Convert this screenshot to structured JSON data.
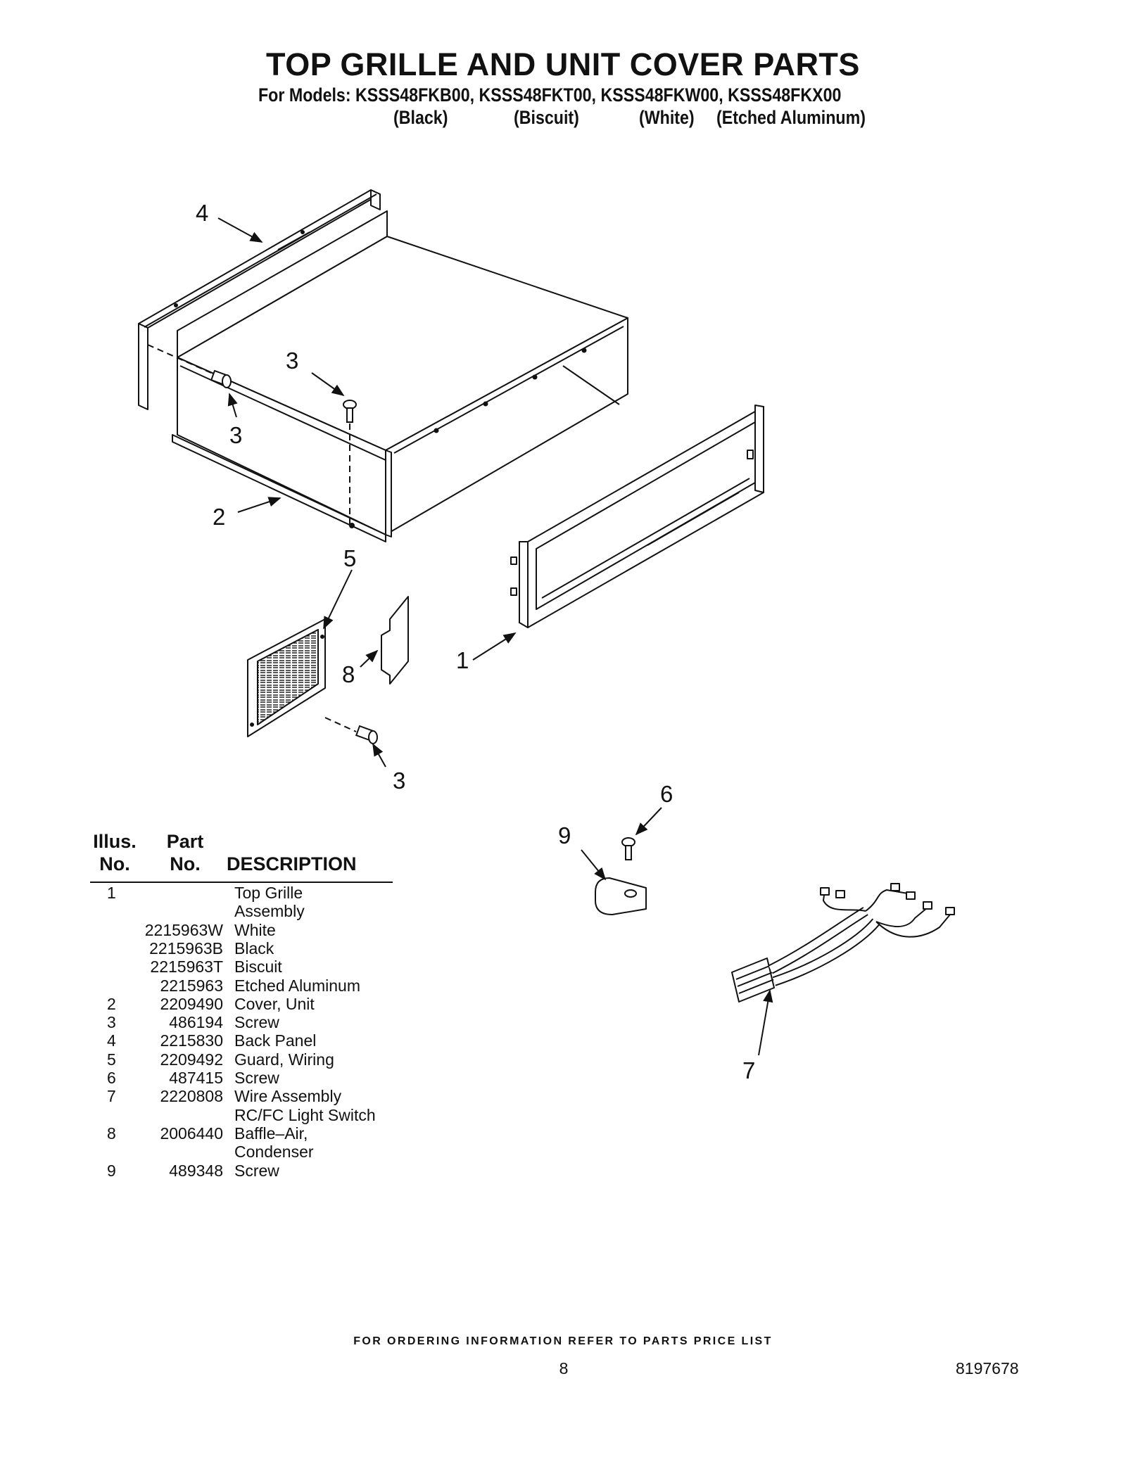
{
  "header": {
    "title": "TOP GRILLE AND UNIT COVER PARTS",
    "models_line": "For Models: KSSS48FKB00, KSSS48FKT00, KSSS48FKW00, KSSS48FKX00",
    "variants": [
      "(Black)",
      "(Biscuit)",
      "(White)",
      "(Etched Aluminum)"
    ]
  },
  "diagram": {
    "callouts": [
      "4",
      "3",
      "3",
      "2",
      "5",
      "8",
      "1",
      "3",
      "6",
      "9",
      "7"
    ]
  },
  "parts_table": {
    "headers": {
      "illus_line1": "Illus.",
      "illus_line2": "No.",
      "part_line1": "Part",
      "part_line2": "No.",
      "description": "DESCRIPTION"
    },
    "rows": [
      {
        "illus": "1",
        "part": "",
        "desc": "Top Grille"
      },
      {
        "illus": "",
        "part": "",
        "desc": "Assembly"
      },
      {
        "illus": "",
        "part": "2215963W",
        "desc": "White"
      },
      {
        "illus": "",
        "part": "2215963B",
        "desc": "Black"
      },
      {
        "illus": "",
        "part": "2215963T",
        "desc": "Biscuit"
      },
      {
        "illus": "",
        "part": "2215963",
        "desc": "Etched Aluminum"
      },
      {
        "illus": "2",
        "part": "2209490",
        "desc": "Cover, Unit"
      },
      {
        "illus": "3",
        "part": "486194",
        "desc": "Screw"
      },
      {
        "illus": "4",
        "part": "2215830",
        "desc": "Back Panel"
      },
      {
        "illus": "5",
        "part": "2209492",
        "desc": "Guard, Wiring"
      },
      {
        "illus": "6",
        "part": "487415",
        "desc": "Screw"
      },
      {
        "illus": "7",
        "part": "2220808",
        "desc": "Wire Assembly"
      },
      {
        "illus": "",
        "part": "",
        "desc": "RC/FC Light Switch"
      },
      {
        "illus": "8",
        "part": "2006440",
        "desc": "Baffle–Air,"
      },
      {
        "illus": "",
        "part": "",
        "desc": "Condenser"
      },
      {
        "illus": "9",
        "part": "489348",
        "desc": "Screw"
      }
    ]
  },
  "footer": {
    "ordering_note": "FOR ORDERING INFORMATION REFER TO PARTS PRICE LIST",
    "page_number": "8",
    "document_number": "8197678"
  }
}
